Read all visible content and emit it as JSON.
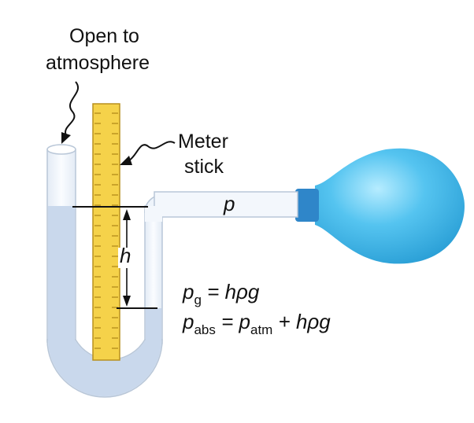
{
  "labels": {
    "open_line1": "Open to",
    "open_line2": "atmosphere",
    "meter_line1": "Meter",
    "meter_line2": "stick",
    "pressure": "p",
    "height": "h"
  },
  "equations": {
    "gauge": {
      "lhs": "p",
      "lhs_sub": "g",
      "rhs": " = hρg"
    },
    "absolute": {
      "lhs": "p",
      "lhs_sub": "abs",
      "mid": " = p",
      "mid_sub": "atm",
      "rhs": " + hρg"
    }
  },
  "colors": {
    "tube": "#eef4fb",
    "tube_outline": "#b9c7d8",
    "liquid": "#c9d8ec",
    "meter_stick": "#f5d24a",
    "meter_outline": "#b8901e",
    "bulb": "#42b7e8",
    "bulb_collar": "#2f86c9"
  },
  "icons": {
    "pointer": "squiggle-arrow-icon",
    "dimension": "double-arrow-icon"
  }
}
